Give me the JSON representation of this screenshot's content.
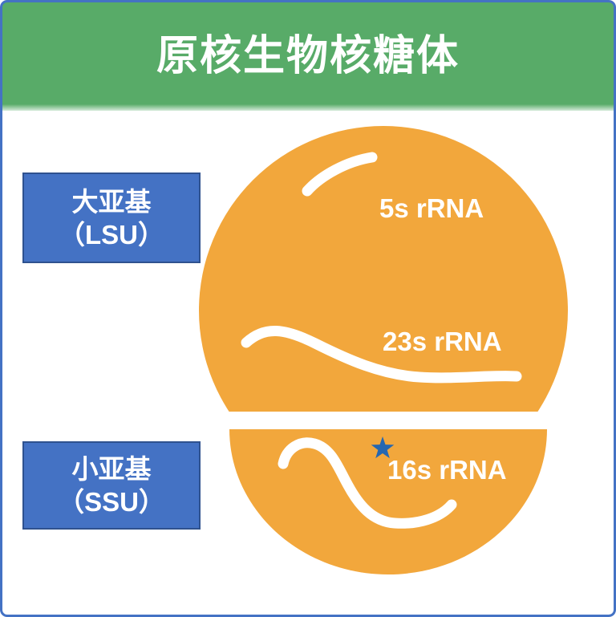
{
  "header": {
    "title": "原核生物核糖体",
    "bg_color": "#58ab68",
    "text_color": "#ffffff"
  },
  "frame": {
    "border_color": "#4472c4",
    "background_color": "#ffffff"
  },
  "subunit_boxes": {
    "lsu": {
      "line1": "大亚基",
      "line2": "（LSU）",
      "bg_color": "#4472c4",
      "border_color": "#2f528f"
    },
    "ssu": {
      "line1": "小亚基",
      "line2": "（SSU）",
      "bg_color": "#4472c4",
      "border_color": "#2f528f"
    }
  },
  "ribosome": {
    "fill_color": "#f2a73c",
    "rna_stroke_color": "#ffffff",
    "star_color": "#2667b0",
    "labels": {
      "lsu_5s": "5s rRNA",
      "lsu_23s": "23s rRNA",
      "ssu_16s": "16s rRNA"
    }
  }
}
